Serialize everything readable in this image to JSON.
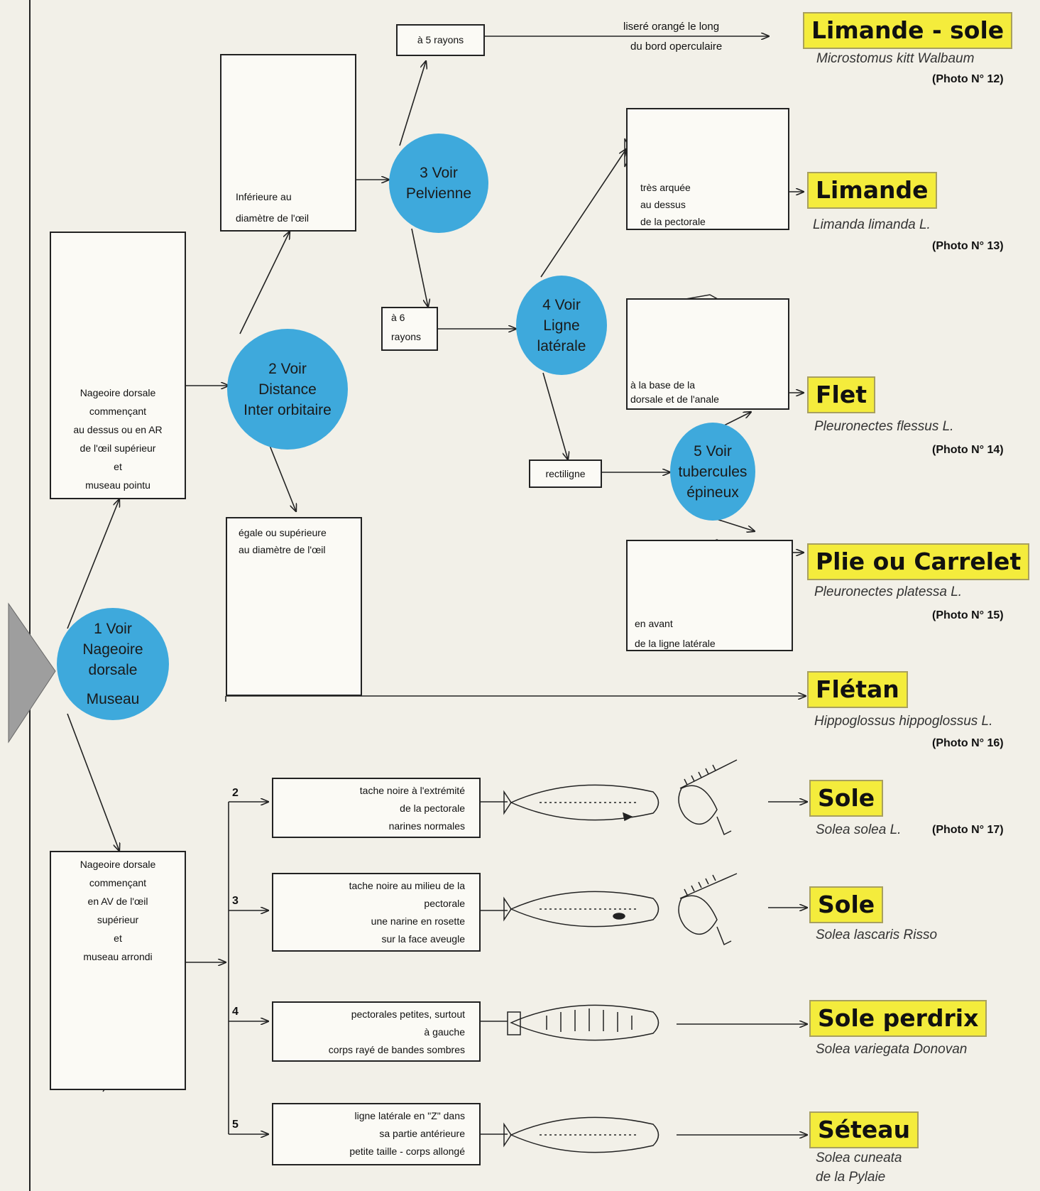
{
  "circles": {
    "c1": {
      "l1": "1 Voir",
      "l2": "Nageoire",
      "l3": "dorsale",
      "l4": "Museau"
    },
    "c2": {
      "l1": "2 Voir",
      "l2": "Distance",
      "l3": "Inter orbitaire"
    },
    "c3": {
      "l1": "3 Voir",
      "l2": "Pelvienne"
    },
    "c4": {
      "l1": "4 Voir",
      "l2": "Ligne",
      "l3": "latérale"
    },
    "c5": {
      "l1": "5 Voir",
      "l2": "tubercules",
      "l3": "épineux"
    }
  },
  "boxes": {
    "dorsal_ar": [
      "Nageoire dorsale",
      "commençant",
      "au dessus ou en AR",
      "de l'œil supérieur",
      "et",
      "museau pointu"
    ],
    "dorsal_av": [
      "Nageoire dorsale",
      "commençant",
      "en AV de l'œil",
      "supérieur",
      "et",
      "museau arrondi"
    ],
    "inferieure": [
      "Inférieure au",
      "diamètre de l'œil"
    ],
    "egale": [
      "égale ou supérieure",
      "au diamètre de l'œil"
    ],
    "rayons5": "à 5 rayons",
    "rayons6": [
      "à 6",
      "rayons"
    ],
    "rectiligne": "rectiligne",
    "arquee": [
      "très arquée",
      "au dessus",
      "de la pectorale"
    ],
    "base_dorsale": [
      "à la base de la",
      "dorsale et de l'anale"
    ],
    "en_avant": [
      "en avant",
      "de la ligne latérale"
    ],
    "opercule": [
      "liseré orangé le long",
      "du bord operculaire"
    ],
    "sole2": [
      "tache noire à l'extrémité",
      "de la pectorale",
      "narines normales"
    ],
    "sole3": [
      "tache noire au milieu de la",
      "pectorale",
      "une narine en rosette",
      "sur la face aveugle"
    ],
    "sole4": [
      "pectorales petites, surtout",
      "à gauche",
      "corps rayé de bandes sombres"
    ],
    "sole5": [
      "ligne latérale en \"Z\" dans",
      "sa partie antérieure",
      "petite taille - corps allongé"
    ]
  },
  "numbers": [
    "2",
    "3",
    "4",
    "5"
  ],
  "species": [
    {
      "name": "Limande - sole",
      "latin": "Microstomus kitt Walbaum",
      "photo": "(Photo N° 12)"
    },
    {
      "name": "Limande",
      "latin": "Limanda limanda L.",
      "photo": "(Photo N° 13)"
    },
    {
      "name": "Flet",
      "latin": "Pleuronectes flessus L.",
      "photo": "(Photo N° 14)"
    },
    {
      "name": "Plie ou Carrelet",
      "latin": "Pleuronectes platessa L.",
      "photo": "(Photo N° 15)"
    },
    {
      "name": "Flétan",
      "latin": "Hippoglossus hippoglossus L.",
      "photo": "(Photo N° 16)"
    },
    {
      "name": "Sole",
      "latin": "Solea solea L.",
      "photo": "(Photo N° 17)"
    },
    {
      "name": "Sole",
      "latin": "Solea lascaris Risso"
    },
    {
      "name": "Sole perdrix",
      "latin": "Solea variegata Donovan"
    },
    {
      "name": "Séteau",
      "latin": "Solea cuneata",
      "latin2": "de la Pylaie"
    }
  ],
  "colors": {
    "circle": "#3ea9dc",
    "label": "#f4ec3c",
    "background": "#f2f0e8",
    "triangle": "#9e9e9e"
  }
}
